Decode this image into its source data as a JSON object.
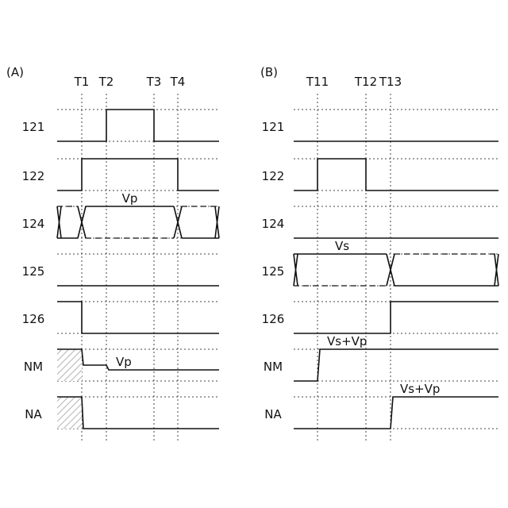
{
  "panels": [
    {
      "id": "A",
      "label": "(A)",
      "times": [
        "T1",
        "T2",
        "T3",
        "T4"
      ],
      "rows": [
        {
          "label": "121",
          "kind": "digital",
          "initial": 0,
          "edges": [
            "T2",
            "T3"
          ]
        },
        {
          "label": "122",
          "kind": "digital",
          "initial": 0,
          "edges": [
            "T1",
            "T4"
          ]
        },
        {
          "label": "124",
          "kind": "bus",
          "segments": [
            [
              "start",
              "T1"
            ],
            [
              "T1",
              "T4"
            ],
            [
              "T4",
              "end"
            ]
          ],
          "valid_segment": 1,
          "text": "Vp"
        },
        {
          "label": "125",
          "kind": "digital",
          "initial": 0,
          "edges": []
        },
        {
          "label": "126",
          "kind": "digital",
          "initial": 1,
          "edges": [
            "T1"
          ]
        },
        {
          "label": "NM",
          "kind": "analog",
          "hatch_until": "T1",
          "levels": [
            {
              "from": "T1",
              "level": 0.5
            },
            {
              "from": "T2",
              "level": 0.35
            }
          ],
          "text": "Vp",
          "text_after": "T2"
        },
        {
          "label": "NA",
          "kind": "analog",
          "hatch_until": "T1",
          "levels": [
            {
              "from": "T1",
              "level": 0
            }
          ],
          "text": "",
          "text_after": ""
        }
      ]
    },
    {
      "id": "B",
      "label": "(B)",
      "times": [
        "T11",
        "T12",
        "T13"
      ],
      "rows": [
        {
          "label": "121",
          "kind": "digital",
          "initial": 0,
          "edges": []
        },
        {
          "label": "122",
          "kind": "digital",
          "initial": 0,
          "edges": [
            "T11",
            "T12"
          ]
        },
        {
          "label": "124",
          "kind": "digital",
          "initial": 0,
          "edges": []
        },
        {
          "label": "125",
          "kind": "bus",
          "segments": [
            [
              "start",
              "T13"
            ],
            [
              "T13",
              "end"
            ]
          ],
          "valid_segment": 0,
          "text": "Vs"
        },
        {
          "label": "126",
          "kind": "digital",
          "initial": 0,
          "edges": [
            "T13"
          ]
        },
        {
          "label": "NM",
          "kind": "analog",
          "hatch_until": "",
          "levels": [
            {
              "from": "start",
              "level": 0
            },
            {
              "from": "T11",
              "level": 1
            }
          ],
          "text": "Vs+Vp",
          "text_after": "T11"
        },
        {
          "label": "NA",
          "kind": "analog",
          "hatch_until": "",
          "levels": [
            {
              "from": "start",
              "level": 0
            },
            {
              "from": "T13",
              "level": 1
            }
          ],
          "text": "Vs+Vp",
          "text_after": "T13"
        }
      ]
    }
  ]
}
